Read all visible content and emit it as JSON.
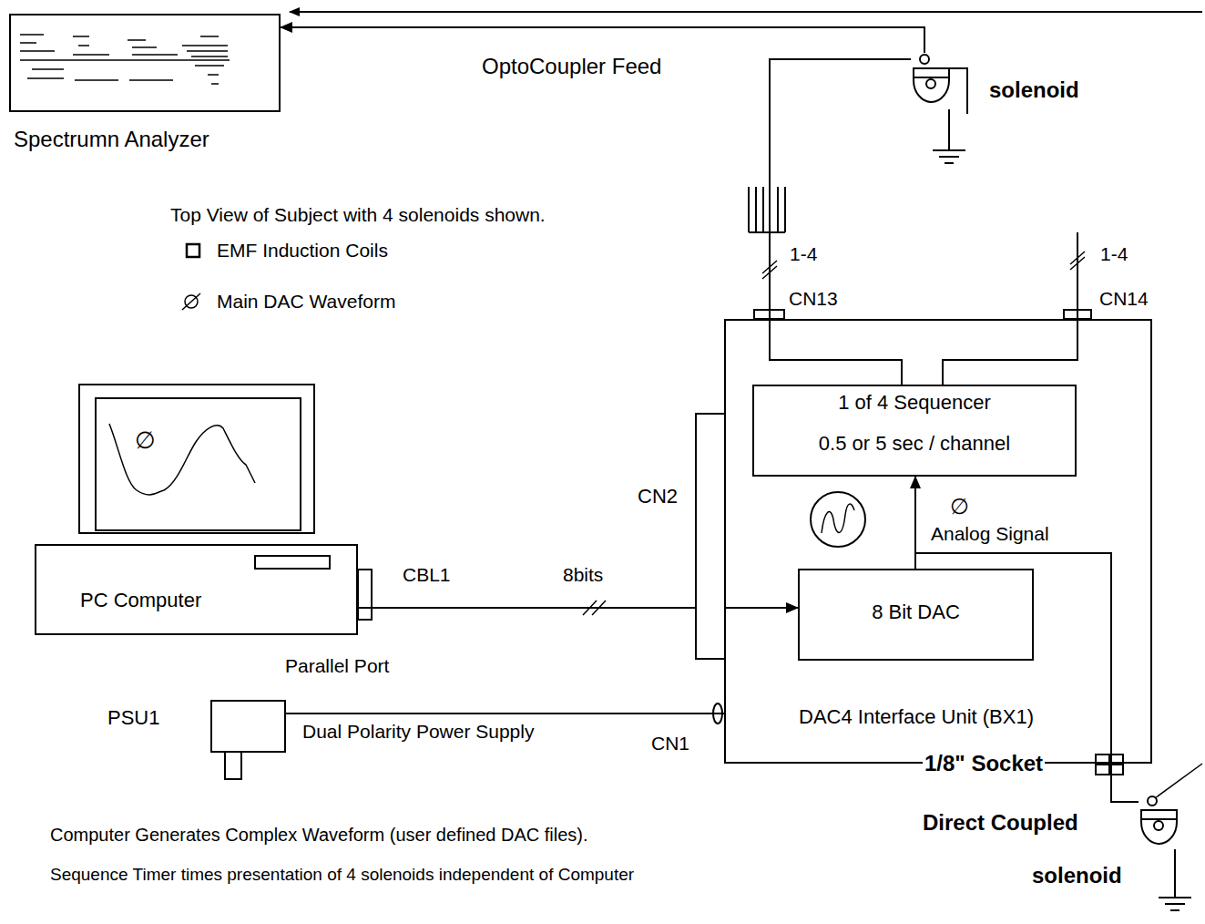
{
  "diagram": {
    "nodes": [
      {
        "text": [
          "Spectrumn Analyzer"
        ]
      },
      {
        "text": [
          "PC Computer"
        ]
      },
      {
        "text": [
          "DAC4 Interface Unit (BX1)"
        ]
      },
      {
        "text": [
          "1 of 4 Sequencer",
          "0.5 or 5 sec / channel"
        ],
        "in": 2
      },
      {
        "text": [
          "8 Bit DAC"
        ],
        "in": 2
      },
      {
        "text": [
          "CN2"
        ]
      },
      {
        "text": [
          "PSU1"
        ]
      },
      {
        "text": [
          "solenoid"
        ]
      },
      {
        "text": [
          "Direct Coupled",
          "solenoid"
        ]
      }
    ],
    "edges": [
      {
        "from": 1,
        "to": 5,
        "label": "CBL1",
        "arrow": "none"
      },
      {
        "from": 5,
        "to": 4,
        "arrow": "to"
      },
      {
        "from": 4,
        "to": 3,
        "label": "Analog Signal",
        "arrow": "to"
      },
      {
        "from": 6,
        "to": 2,
        "label": "Dual Polarity Power Supply",
        "arrow": "none"
      },
      {
        "from": 3,
        "to": 7,
        "label": "OptoCoupler Feed",
        "arrow": "none"
      },
      {
        "from": 7,
        "to": 0,
        "arrow": "to"
      },
      {
        "from": 4,
        "to": 8,
        "arrow": "none"
      }
    ],
    "labels": [
      "Top View of Subject with 4 solenoids shown.",
      "∅",
      "8bits",
      "Parallel Port",
      "CN1",
      "CN13",
      "CN14",
      "1-4",
      "1-4",
      "∅",
      "1/8\" Socket",
      "Computer Generates Complex Waveform (user defined DAC files).",
      "Sequence Timer times presentation of 4 solenoids independent of Computer"
    ],
    "legend": [
      {
        "text": "EMF Induction Coils"
      },
      {
        "text": "Main DAC Waveform"
      }
    ]
  }
}
